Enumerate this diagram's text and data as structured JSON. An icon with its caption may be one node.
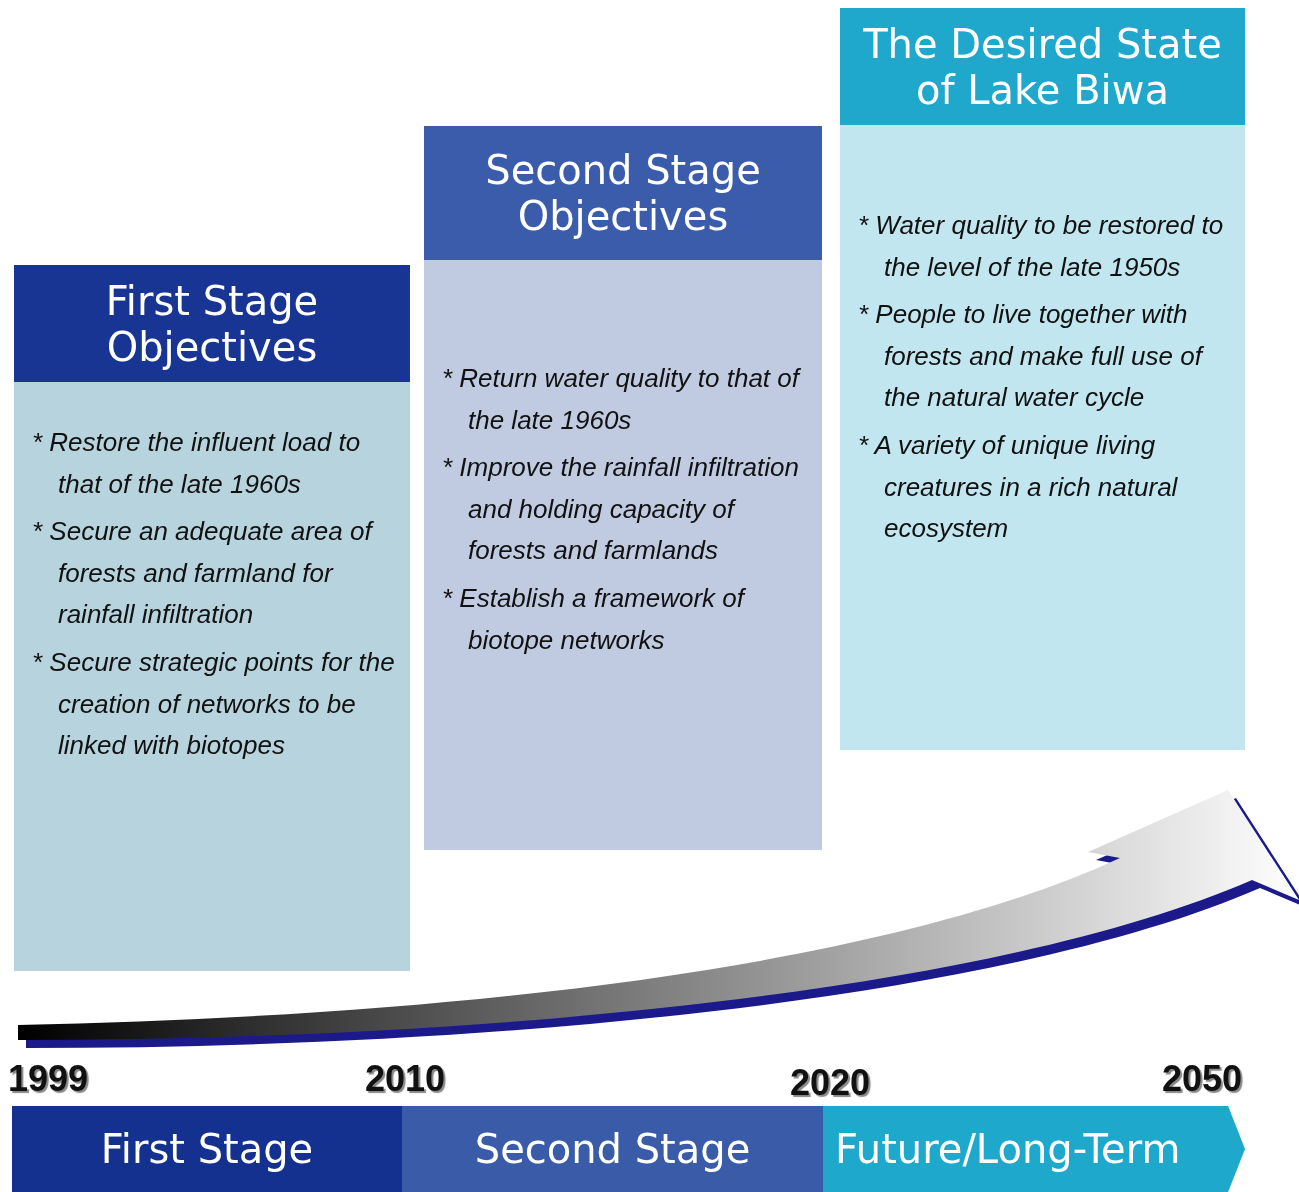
{
  "diagram": {
    "nodes": [
      {
        "text": [
          "First Stage Objectives",
          "* Restore the influent load to that of the late 1960s",
          "* Secure an adequate area of forests and farmland for rainfall infiltration",
          "* Secure strategic points for the creation of networks to be linked with biotopes"
        ]
      },
      {
        "text": [
          "Second Stage Objectives",
          "* Return water quality to that of the late 1960s",
          "* Improve the rainfall infiltration and holding capacity of forests and farmlands",
          "* Establish a framework of biotope networks"
        ]
      },
      {
        "text": [
          "The Desired State of Lake Biwa",
          "* Water quality to be restored to the level of the late 1950s",
          "* People to live together with forests and make full use of the natural water cycle",
          "* A variety of unique living creatures in a rich natural ecosystem"
        ]
      },
      {
        "text": [
          "First Stage"
        ]
      },
      {
        "text": [
          "Second Stage"
        ]
      },
      {
        "text": [
          "Future/Long-Term"
        ]
      }
    ],
    "labels": [
      "1999",
      "2010",
      "2020",
      "2050"
    ]
  }
}
